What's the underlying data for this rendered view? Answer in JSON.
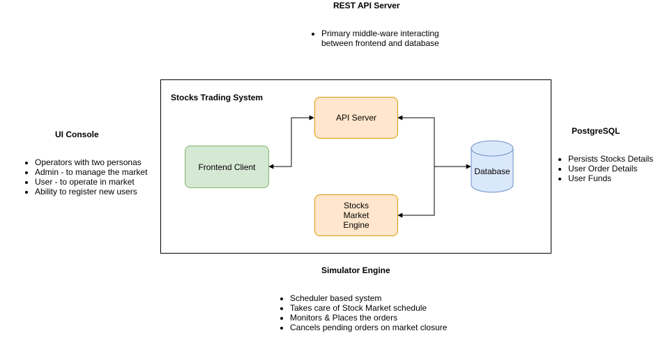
{
  "rest_api": {
    "title": "REST API Server",
    "bullets": [
      "Primary middle-ware interacting between frontend and database"
    ]
  },
  "ui_console": {
    "title": "UI Console",
    "bullets": [
      "Operators with two personas",
      "Admin - to manage the market",
      "User - to operate in market",
      "Ability to register new users"
    ]
  },
  "postgresql": {
    "title": "PostgreSQL",
    "bullets": [
      "Persists Stocks Details",
      "User Order Details",
      "User Funds"
    ]
  },
  "simulator": {
    "title": "Simulator Engine",
    "bullets": [
      "Scheduler based system",
      "Takes care of Stock Market schedule",
      "Monitors & Places the orders",
      "Cancels pending orders on market closure"
    ]
  },
  "system": {
    "title": "Stocks Trading System",
    "nodes": {
      "api_server": "API Server",
      "frontend": "Frontend Client",
      "engine": "Stocks Market Engine",
      "database": "Database"
    }
  },
  "colors": {
    "orange_fill": "#ffe6cc",
    "orange_stroke": "#d79b00",
    "green_fill": "#d5e8d4",
    "green_stroke": "#82b366",
    "blue_fill": "#dae8fc",
    "blue_stroke": "#6c8ebf"
  }
}
